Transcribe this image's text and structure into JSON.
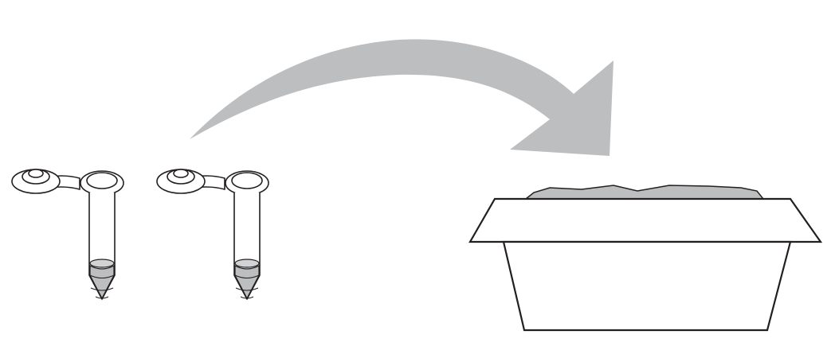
{
  "diagram": {
    "colors": {
      "background": "#ffffff",
      "outline": "#231f20",
      "arrow_fill": "#bcbec0",
      "liquid_fill": "#bcbec0",
      "ice_fill": "#bcbec0",
      "box_fill": "#ffffff"
    },
    "items": [
      {
        "name": "microcentrifuge-tube-1",
        "icon": "microcentrifuge-tube-icon"
      },
      {
        "name": "microcentrifuge-tube-2",
        "icon": "microcentrifuge-tube-icon"
      },
      {
        "name": "transfer-arrow",
        "icon": "curved-arrow-icon"
      },
      {
        "name": "ice-box",
        "icon": "ice-box-icon"
      }
    ]
  }
}
